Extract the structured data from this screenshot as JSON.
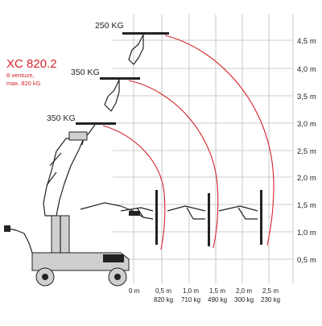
{
  "model": {
    "title": "XC 820.2",
    "subtitle_line1": "8 ventuze,",
    "subtitle_line2": "max. 820 kG"
  },
  "load_labels": [
    "250 KG",
    "350 KG",
    "350 KG"
  ],
  "height_ticks": [
    "4,5 m",
    "4,0 m",
    "3,5 m",
    "3,0 m",
    "2,5 m",
    "2,0 m",
    "1,5 m",
    "1,0 m",
    "0,5 m"
  ],
  "reach_ticks": [
    "0 m",
    "0,5 m",
    "1,0 m",
    "1,5 m",
    "2,0 m",
    "2,5 m"
  ],
  "capacity_ticks": [
    "820 kg",
    "710 kg",
    "490 kg",
    "300 kg",
    "230 kg"
  ],
  "colors": {
    "accent": "#d4232a",
    "grid": "#bdbdbd",
    "ink": "#222222"
  },
  "icons": [
    "vacuum-lifter-machine",
    "suction-pad-head",
    "tow-hitch"
  ]
}
